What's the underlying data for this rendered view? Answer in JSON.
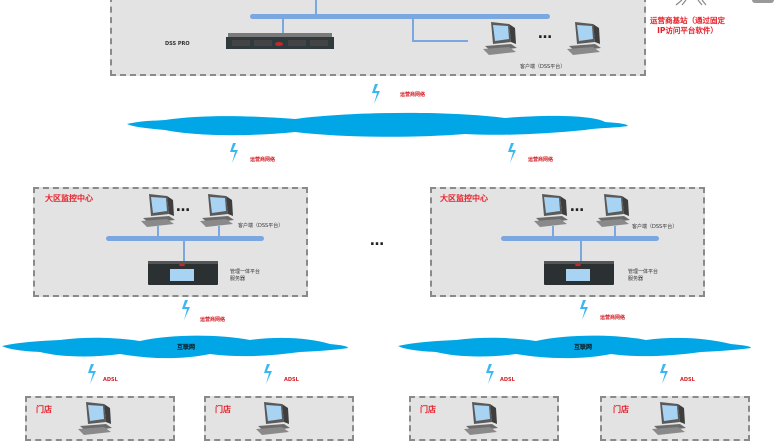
{
  "top_center": {
    "server_label": "DSS PRO",
    "client_label": "客户端（DSS平台）",
    "ellipsis": "…",
    "base_station_label_line1": "运营商基站（通过固定",
    "base_station_label_line2": "IP访问平台软件）"
  },
  "links": {
    "carrier_network": "运营商网络",
    "adsl": "ADSL"
  },
  "regional_centers": [
    {
      "title": "大区监控中心",
      "client_label": "客户端（DSS平台）",
      "server_label_line1": "管理一体平台",
      "server_label_line2": "服务器",
      "ellipsis": "…"
    },
    {
      "title": "大区监控中心",
      "client_label": "客户端（DSS平台）",
      "server_label_line1": "管理一体平台",
      "server_label_line2": "服务器",
      "ellipsis": "…"
    }
  ],
  "between_centers_ellipsis": "…",
  "internet_clouds": [
    {
      "label": "互联网"
    },
    {
      "label": "互联网"
    }
  ],
  "stores": [
    {
      "label": "门店"
    },
    {
      "label": "门店"
    },
    {
      "label": "门店"
    },
    {
      "label": "门店"
    }
  ],
  "colors": {
    "cloud": "#00a6e6",
    "bus": "#7ba7e0",
    "label_red": "#e8202a",
    "box_fill": "#e3e3e3",
    "box_border": "#8a8a8a"
  }
}
